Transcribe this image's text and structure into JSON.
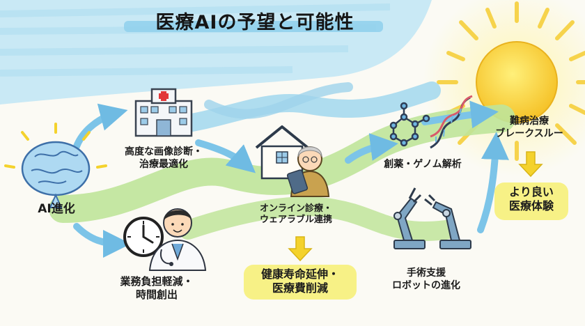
{
  "title": "医療AIの予望と可能性",
  "nodes": {
    "ai": "AI進化",
    "imaging_1": "高度な画像診断・",
    "imaging_2": "治療最適化",
    "work_1": "業務負担軽減・",
    "work_2": "時間創出",
    "online_1": "オンライン診療・",
    "online_2": "ウェアラブル連携",
    "life_1": "健康寿命延伸・",
    "life_2": "医療費削減",
    "drug": "創薬・ゲノム解析",
    "surgery_1": "手術支援",
    "surgery_2": "ロボットの進化",
    "break_1": "難病治療",
    "break_2": "ブレークスルー",
    "better_1": "より良い",
    "better_2": "医療体験"
  },
  "colors": {
    "sky": "#a8dcf0",
    "path": "#9fd8ec",
    "grass": "#bfe49a",
    "arrow_blue": "#7cc4e8",
    "arrow_yellow": "#f4d22c",
    "sun": "#f9cf3a",
    "highlight": "#f6ef7a"
  },
  "icons": [
    "brain-icon",
    "hospital-icon",
    "clock-icon",
    "doctor-icon",
    "house-icon",
    "elderly-patient-icon",
    "molecule-icon",
    "dna-icon",
    "robot-arm-icon",
    "sun-icon"
  ]
}
